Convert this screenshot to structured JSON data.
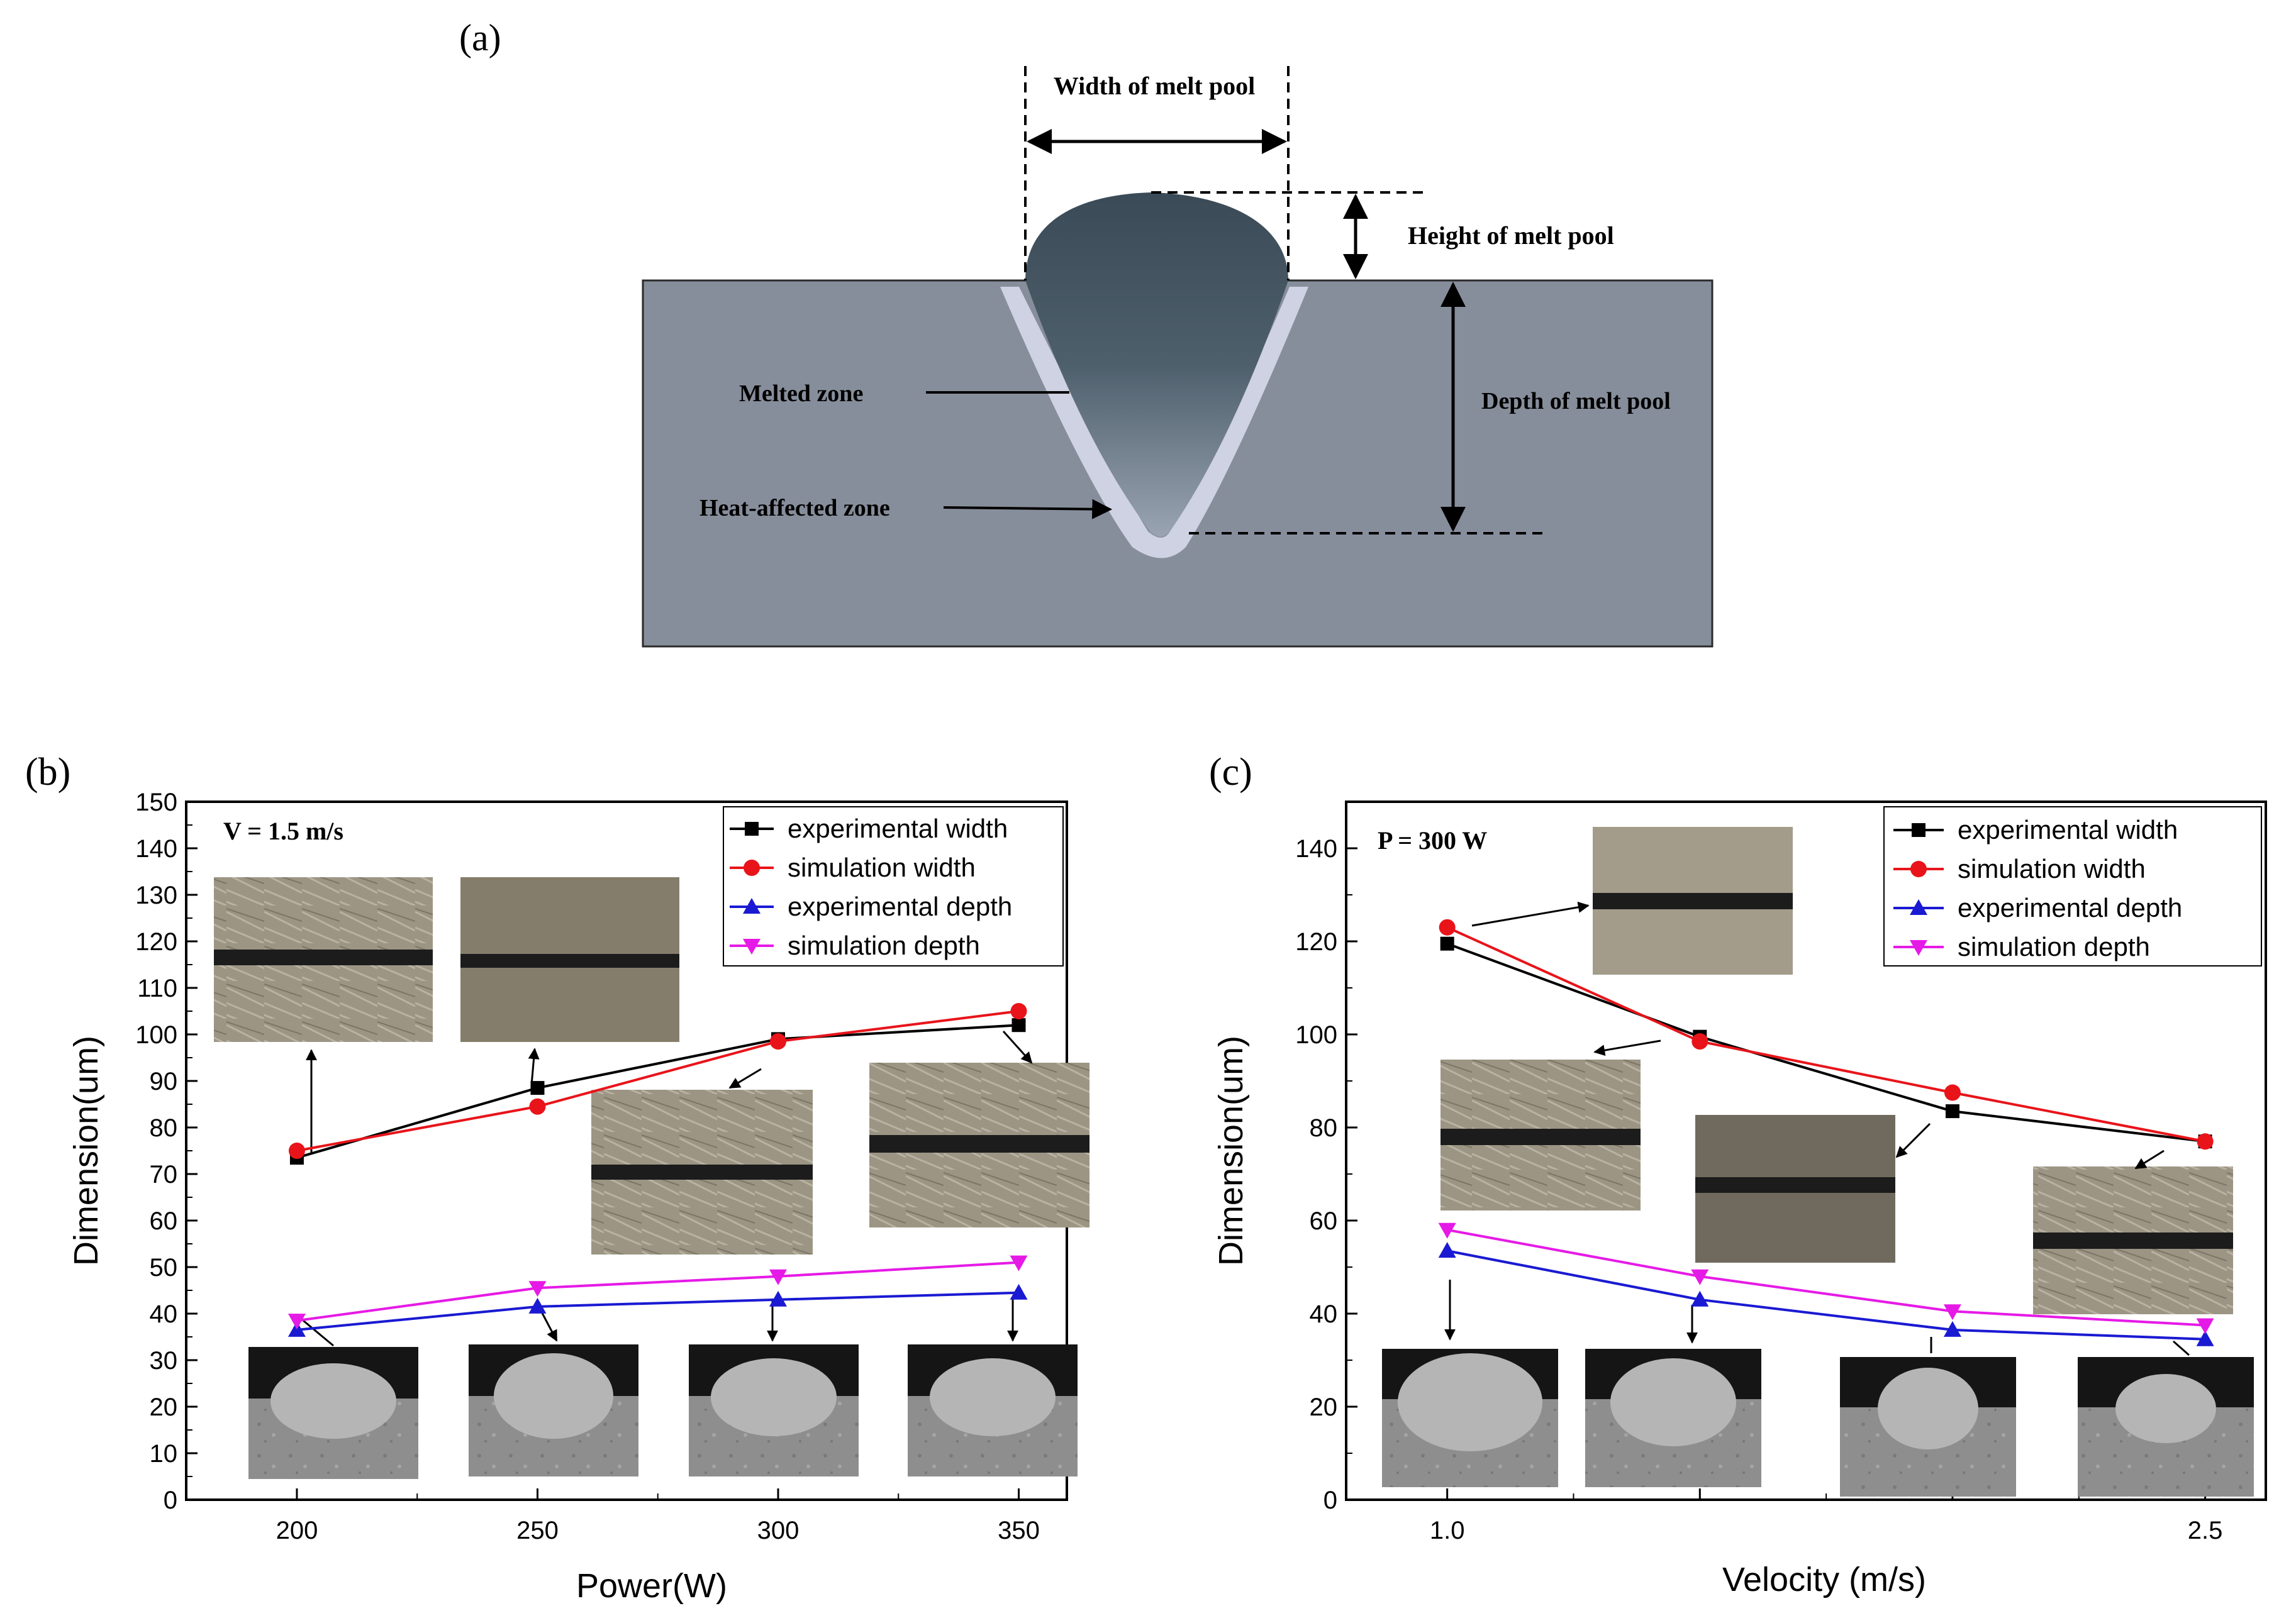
{
  "colors": {
    "substrate": "#878e9b",
    "melt_dark": "#3c4c58",
    "melt_light": "#8c98a5",
    "haz": "#cfd2e2",
    "exp_width": "#000000",
    "sim_width": "#e8141a",
    "exp_depth": "#1a1ad2",
    "sim_depth": "#e61ae6"
  },
  "panel_a": {
    "label": "(a)",
    "width_label": "Width of melt pool",
    "height_label": "Height of melt pool",
    "depth_label": "Depth of melt pool",
    "melted_zone_label": "Melted zone",
    "haz_label": "Heat-affected zone"
  },
  "chart_data": [
    {
      "panel_label": "(b)",
      "type": "line",
      "annotation": "V = 1.5 m/s",
      "xlabel": "Power(W)",
      "ylabel": "Dimension(um)",
      "x": [
        200,
        250,
        300,
        350
      ],
      "x_ticks": [
        "200",
        "250",
        "300",
        "350"
      ],
      "xlim": [
        177,
        360
      ],
      "ylim": [
        0,
        150
      ],
      "y_ticks": [
        "0",
        "10",
        "20",
        "30",
        "40",
        "50",
        "60",
        "70",
        "80",
        "90",
        "100",
        "110",
        "120",
        "130",
        "140",
        "150"
      ],
      "legend_position": "top-right",
      "series": [
        {
          "name": "experimental width",
          "marker": "square",
          "color": "#000000",
          "values": [
            73.5,
            88.5,
            99,
            102
          ]
        },
        {
          "name": "simulation width",
          "marker": "circle",
          "color": "#e8141a",
          "values": [
            75,
            84.5,
            98.5,
            105
          ]
        },
        {
          "name": "experimental depth",
          "marker": "triangle-up",
          "color": "#1a1ad2",
          "values": [
            36.5,
            41.5,
            43,
            44.5
          ]
        },
        {
          "name": "simulation depth",
          "marker": "triangle-down",
          "color": "#e61ae6",
          "values": [
            38.5,
            45.5,
            48,
            51
          ]
        }
      ]
    },
    {
      "panel_label": "(c)",
      "type": "line",
      "annotation": "P = 300 W",
      "xlabel": "Velocity (m/s)",
      "ylabel": "Dimension(um)",
      "x": [
        1.0,
        1.5,
        2.0,
        2.5
      ],
      "x_ticks": [
        "1.0",
        "",
        "",
        "2.5"
      ],
      "xlim": [
        0.8,
        2.62
      ],
      "ylim": [
        0,
        150
      ],
      "y_ticks": [
        "0",
        "20",
        "40",
        "60",
        "80",
        "100",
        "120",
        "140"
      ],
      "legend_position": "top-right",
      "series": [
        {
          "name": "experimental width",
          "marker": "square",
          "color": "#000000",
          "values": [
            119.5,
            99.5,
            83.5,
            77
          ]
        },
        {
          "name": "simulation width",
          "marker": "circle",
          "color": "#e8141a",
          "values": [
            123,
            98.5,
            87.5,
            77
          ]
        },
        {
          "name": "experimental depth",
          "marker": "triangle-up",
          "color": "#1a1ad2",
          "values": [
            53.5,
            43,
            36.5,
            34.5
          ]
        },
        {
          "name": "simulation depth",
          "marker": "triangle-down",
          "color": "#e61ae6",
          "values": [
            58,
            48,
            40.5,
            37.5
          ]
        }
      ]
    }
  ]
}
